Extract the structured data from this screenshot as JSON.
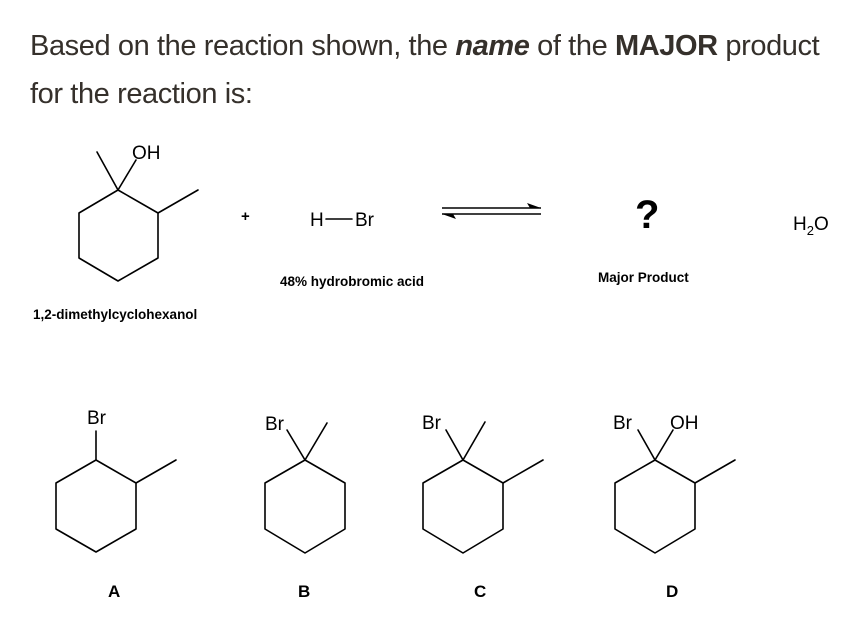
{
  "question": {
    "part1": "Based on the reaction shown, the ",
    "emphasis_name": "name",
    "part2": " of the ",
    "emphasis_major": "MAJOR",
    "part3": " product for the reaction is:"
  },
  "reaction": {
    "reactant": {
      "substituent_label": "OH",
      "name": "1,2-dimethylcyclohexanol"
    },
    "plus": "+",
    "reagent": {
      "formula_h": "H",
      "formula_br": "Br",
      "name": "48% hydrobromic acid"
    },
    "arrow": "equilibrium",
    "product": {
      "placeholder": "?",
      "label": "Major Product"
    },
    "byproduct": {
      "h": "H",
      "sub": "2",
      "o": "O"
    }
  },
  "options": [
    {
      "letter": "A",
      "labels": [
        "Br"
      ]
    },
    {
      "letter": "B",
      "labels": [
        "Br"
      ]
    },
    {
      "letter": "C",
      "labels": [
        "Br"
      ]
    },
    {
      "letter": "D",
      "labels": [
        "Br",
        "OH"
      ]
    }
  ],
  "colors": {
    "question_text": "#35302b",
    "structure": "#000000",
    "background": "#ffffff"
  }
}
